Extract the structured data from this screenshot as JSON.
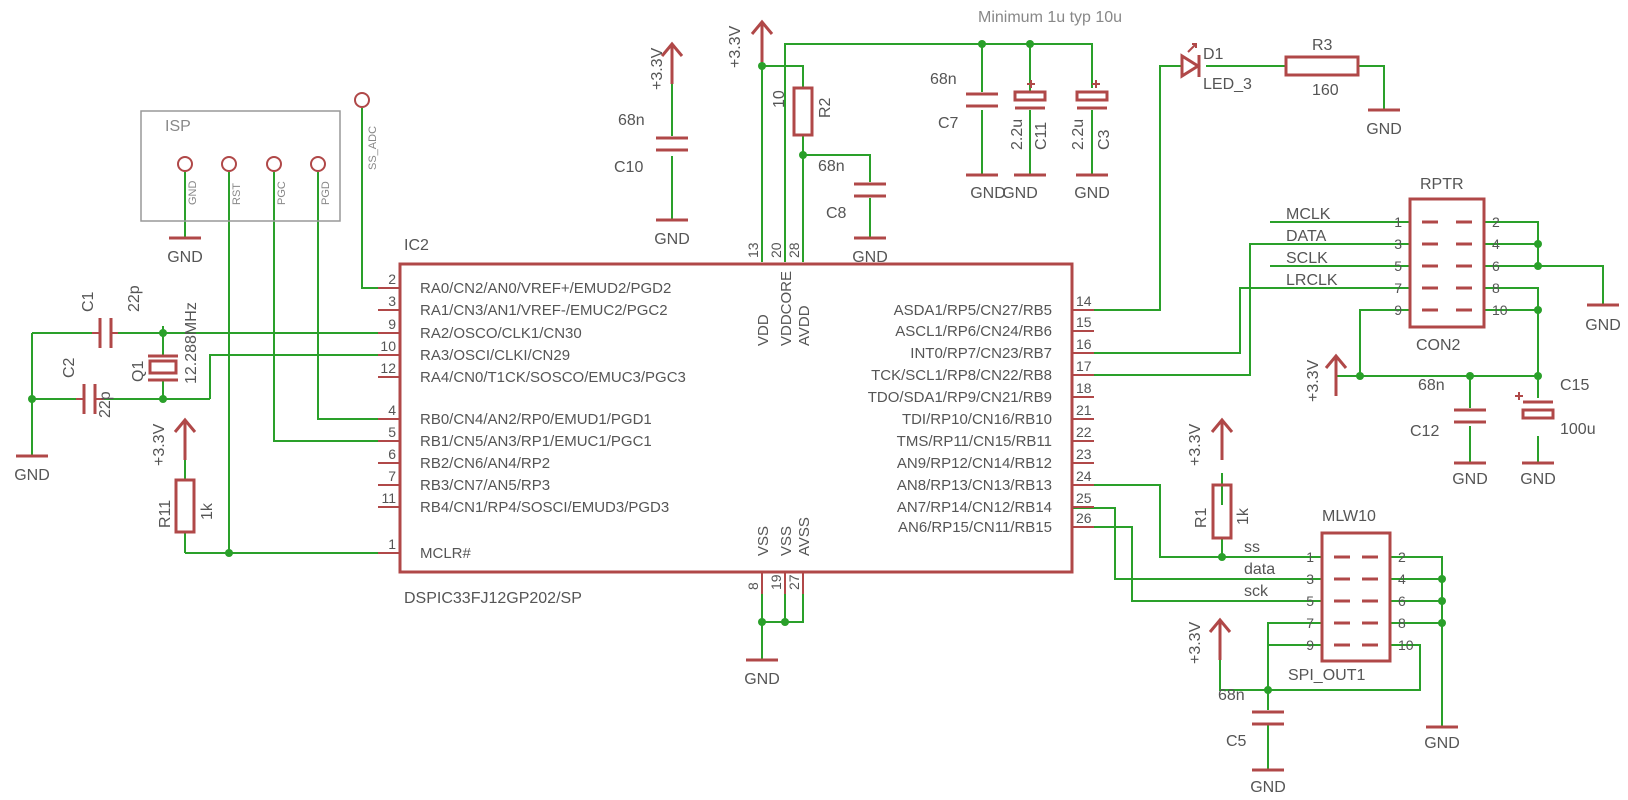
{
  "ic": {
    "name": "IC2",
    "part": "DSPIC33FJ12GP202/SP",
    "left_pins": [
      {
        "num": "2",
        "name": "RA0/CN2/AN0/VREF+/EMUD2/PGD2"
      },
      {
        "num": "3",
        "name": "RA1/CN3/AN1/VREF-/EMUC2/PGC2"
      },
      {
        "num": "9",
        "name": "RA2/OSCO/CLK1/CN30"
      },
      {
        "num": "10",
        "name": "RA3/OSCI/CLKI/CN29"
      },
      {
        "num": "12",
        "name": "RA4/CN0/T1CK/SOSCO/EMUC3/PGC3"
      },
      {
        "num": "4",
        "name": "RB0/CN4/AN2/RP0/EMUD1/PGD1"
      },
      {
        "num": "5",
        "name": "RB1/CN5/AN3/RP1/EMUC1/PGC1"
      },
      {
        "num": "6",
        "name": "RB2/CN6/AN4/RP2"
      },
      {
        "num": "7",
        "name": "RB3/CN7/AN5/RP3"
      },
      {
        "num": "11",
        "name": "RB4/CN1/RP4/SOSCI/EMUD3/PGD3"
      },
      {
        "num": "1",
        "name": "MCLR#"
      }
    ],
    "right_pins": [
      {
        "num": "14",
        "name": "ASDA1/RP5/CN27/RB5"
      },
      {
        "num": "15",
        "name": "ASCL1/RP6/CN24/RB6"
      },
      {
        "num": "16",
        "name": "INT0/RP7/CN23/RB7"
      },
      {
        "num": "17",
        "name": "TCK/SCL1/RP8/CN22/RB8"
      },
      {
        "num": "18",
        "name": "TDO/SDA1/RP9/CN21/RB9"
      },
      {
        "num": "21",
        "name": "TDI/RP10/CN16/RB10"
      },
      {
        "num": "22",
        "name": "TMS/RP11/CN15/RB11"
      },
      {
        "num": "23",
        "name": "AN9/RP12/CN14/RB12"
      },
      {
        "num": "24",
        "name": "AN8/RP13/CN13/RB13"
      },
      {
        "num": "25",
        "name": "AN7/RP14/CN12/RB14"
      },
      {
        "num": "26",
        "name": "AN6/RP15/CN11/RB15"
      }
    ],
    "top_pins": [
      {
        "num": "13",
        "name": "VDD"
      },
      {
        "num": "20",
        "name": "VDDCORE"
      },
      {
        "num": "28",
        "name": "AVDD"
      }
    ],
    "bottom_pins": [
      {
        "num": "8",
        "name": "VSS"
      },
      {
        "num": "19",
        "name": "VSS"
      },
      {
        "num": "27",
        "name": "AVSS"
      }
    ]
  },
  "isp": {
    "title": "ISP",
    "pins": [
      "GND",
      "RST",
      "PGC",
      "PGD"
    ],
    "ss_adc": "SS_ADC"
  },
  "rptr": {
    "name": "RPTR",
    "part": "CON2",
    "signals": [
      "MCLK",
      "DATA",
      "SCLK",
      "LRCLK"
    ],
    "left_nums": [
      "1",
      "3",
      "5",
      "7",
      "9"
    ],
    "right_nums": [
      "2",
      "4",
      "6",
      "8",
      "10"
    ]
  },
  "mlw": {
    "name": "MLW10",
    "part": "SPI_OUT1",
    "signals": [
      "ss",
      "data",
      "sck"
    ],
    "left_nums": [
      "1",
      "3",
      "5",
      "7",
      "9"
    ],
    "right_nums": [
      "2",
      "4",
      "6",
      "8",
      "10"
    ]
  },
  "components": {
    "c1": {
      "name": "C1",
      "value": "22p"
    },
    "c2": {
      "name": "C2",
      "value": "22p"
    },
    "q1": {
      "name": "Q1",
      "value": "12.288MHz"
    },
    "r11": {
      "name": "R11",
      "value": "1k"
    },
    "c10": {
      "name": "C10",
      "value": "68n"
    },
    "r2": {
      "name": "R2",
      "value": "10"
    },
    "c8": {
      "name": "C8",
      "value": "68n"
    },
    "c7": {
      "name": "C7",
      "value": "68n"
    },
    "c11": {
      "name": "C11",
      "value": "2.2u"
    },
    "c3": {
      "name": "C3",
      "value": "2.2u"
    },
    "d1": {
      "name": "D1",
      "value": "LED_3"
    },
    "r3": {
      "name": "R3",
      "value": "160"
    },
    "c12": {
      "name": "C12",
      "value": "68n"
    },
    "c15": {
      "name": "C15",
      "value": "100u"
    },
    "r1": {
      "name": "R1",
      "value": "1k"
    },
    "c5": {
      "name": "C5",
      "value": "68n"
    }
  },
  "supply": {
    "vcc": "+3.3V",
    "gnd": "GND"
  },
  "note": "Minimum  1u typ 10u",
  "colors": {
    "wire": "#2aa02a",
    "part": "#b04848",
    "text": "#555555",
    "frame": "#999999"
  }
}
